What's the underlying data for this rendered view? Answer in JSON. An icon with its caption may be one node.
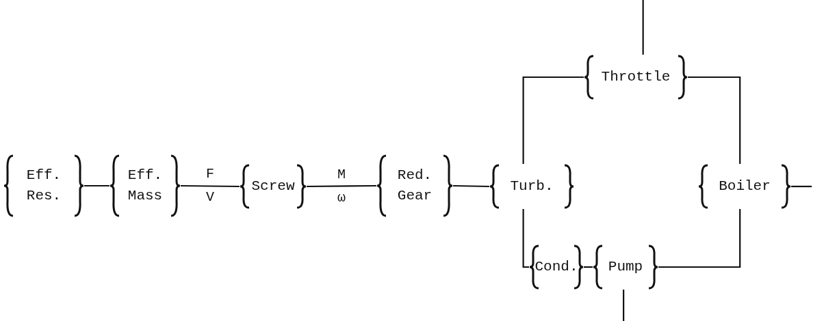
{
  "diagram": {
    "nodes": [
      {
        "text": [
          "Eff. Res."
        ]
      },
      {
        "text": [
          "Eff. Mass"
        ]
      },
      {
        "text": [
          "Screw"
        ]
      },
      {
        "text": [
          "Red. Gear"
        ]
      },
      {
        "text": [
          "Turb."
        ]
      },
      {
        "text": [
          "Throttle"
        ]
      },
      {
        "text": [
          "Boiler"
        ]
      },
      {
        "text": [
          "Cond."
        ]
      },
      {
        "text": [
          "Pump"
        ]
      }
    ],
    "edges": [
      {
        "from": 0,
        "to": 1,
        "arrow": "none"
      },
      {
        "from": 1,
        "to": 2,
        "arrow": "none",
        "label": "F V"
      },
      {
        "from": 2,
        "to": 3,
        "arrow": "none",
        "label": "M ω"
      },
      {
        "from": 3,
        "to": 4,
        "arrow": "none"
      },
      {
        "from": 4,
        "to": 5,
        "arrow": "none"
      },
      {
        "from": 5,
        "to": 6,
        "arrow": "none"
      },
      {
        "from": 4,
        "to": 7,
        "arrow": "none"
      },
      {
        "from": 7,
        "to": 8,
        "arrow": "none"
      },
      {
        "from": 8,
        "to": 6,
        "arrow": "none"
      },
      {
        "from": 5,
        "to": null,
        "arrow": "none"
      },
      {
        "from": 6,
        "to": null,
        "arrow": "none"
      },
      {
        "from": 8,
        "to": null,
        "arrow": "none"
      }
    ]
  }
}
